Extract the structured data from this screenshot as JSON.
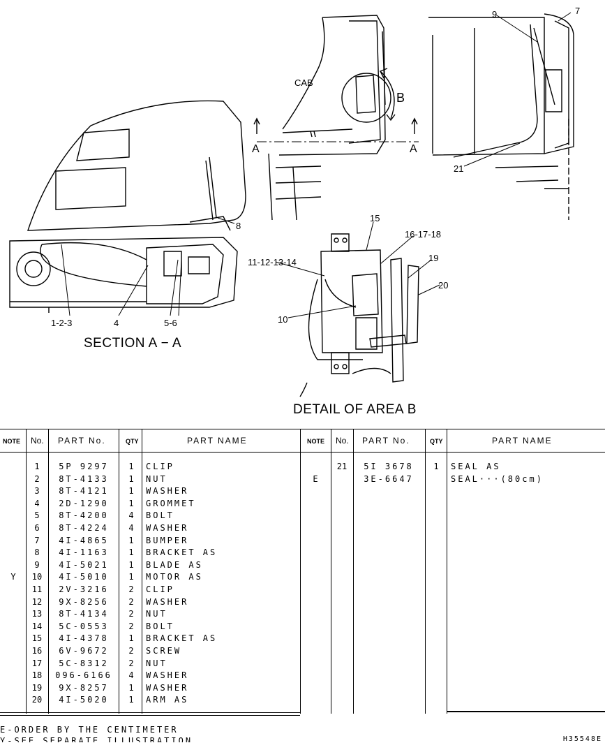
{
  "drawing": {
    "callouts": {
      "c1": "1-2-3",
      "c2": "4",
      "c3": "5-6",
      "c4": "7",
      "c5": "8",
      "c6": "9",
      "c7": "10",
      "c8": "11-12-13-14",
      "c9": "15",
      "c10": "16-17-18",
      "c11": "19",
      "c12": "20",
      "c13": "21",
      "cab": "CAB",
      "b": "B",
      "a": "A"
    },
    "section_caption": "SECTION A − A",
    "detail_caption": "DETAIL OF AREA B"
  },
  "table": {
    "headers": {
      "note": "NOTE",
      "no": "No.",
      "part_no": "PART No.",
      "qty": "QTY",
      "part_name": "PART NAME"
    },
    "left_rows": [
      {
        "note": "",
        "no": "1",
        "part_no": "5P 9297",
        "qty": "1",
        "name": "CLIP"
      },
      {
        "note": "",
        "no": "2",
        "part_no": "8T-4133",
        "qty": "1",
        "name": "NUT"
      },
      {
        "note": "",
        "no": "3",
        "part_no": "8T-4121",
        "qty": "1",
        "name": "WASHER"
      },
      {
        "note": "",
        "no": "4",
        "part_no": "2D-1290",
        "qty": "1",
        "name": "GROMMET"
      },
      {
        "note": "",
        "no": "5",
        "part_no": "8T-4200",
        "qty": "4",
        "name": "BOLT"
      },
      {
        "note": "",
        "no": "6",
        "part_no": "8T-4224",
        "qty": "4",
        "name": "WASHER"
      },
      {
        "note": "",
        "no": "7",
        "part_no": "4I-4865",
        "qty": "1",
        "name": "BUMPER"
      },
      {
        "note": "",
        "no": "8",
        "part_no": "4I-1163",
        "qty": "1",
        "name": "BRACKET AS"
      },
      {
        "note": "",
        "no": "9",
        "part_no": "4I-5021",
        "qty": "1",
        "name": "BLADE AS"
      },
      {
        "note": "Y",
        "no": "10",
        "part_no": "4I-5010",
        "qty": "1",
        "name": "MOTOR AS"
      },
      {
        "note": "",
        "no": "11",
        "part_no": "2V-3216",
        "qty": "2",
        "name": "CLIP"
      },
      {
        "note": "",
        "no": "12",
        "part_no": "9X-8256",
        "qty": "2",
        "name": "WASHER"
      },
      {
        "note": "",
        "no": "13",
        "part_no": "8T-4134",
        "qty": "2",
        "name": "NUT"
      },
      {
        "note": "",
        "no": "14",
        "part_no": "5C-0553",
        "qty": "2",
        "name": "BOLT"
      },
      {
        "note": "",
        "no": "15",
        "part_no": "4I-4378",
        "qty": "1",
        "name": "BRACKET AS"
      },
      {
        "note": "",
        "no": "16",
        "part_no": "6V-9672",
        "qty": "2",
        "name": "SCREW"
      },
      {
        "note": "",
        "no": "17",
        "part_no": "5C-8312",
        "qty": "2",
        "name": "NUT"
      },
      {
        "note": "",
        "no": "18",
        "part_no": "096-6166",
        "qty": "4",
        "name": "WASHER"
      },
      {
        "note": "",
        "no": "19",
        "part_no": "9X-8257",
        "qty": "1",
        "name": "WASHER"
      },
      {
        "note": "",
        "no": "20",
        "part_no": "4I-5020",
        "qty": "1",
        "name": "ARM AS"
      }
    ],
    "right_rows": [
      {
        "note": "",
        "no": "21",
        "part_no": "5I 3678",
        "qty": "1",
        "name": "SEAL AS"
      },
      {
        "note": "E",
        "no": "",
        "part_no": "3E-6647",
        "qty": "",
        "name": "SEAL···(80cm)"
      }
    ]
  },
  "footer": {
    "line1": "E-ORDER BY THE CENTIMETER",
    "line2": "Y-SEE SEPARATE ILLUSTRATION",
    "ref": "H35548E"
  }
}
